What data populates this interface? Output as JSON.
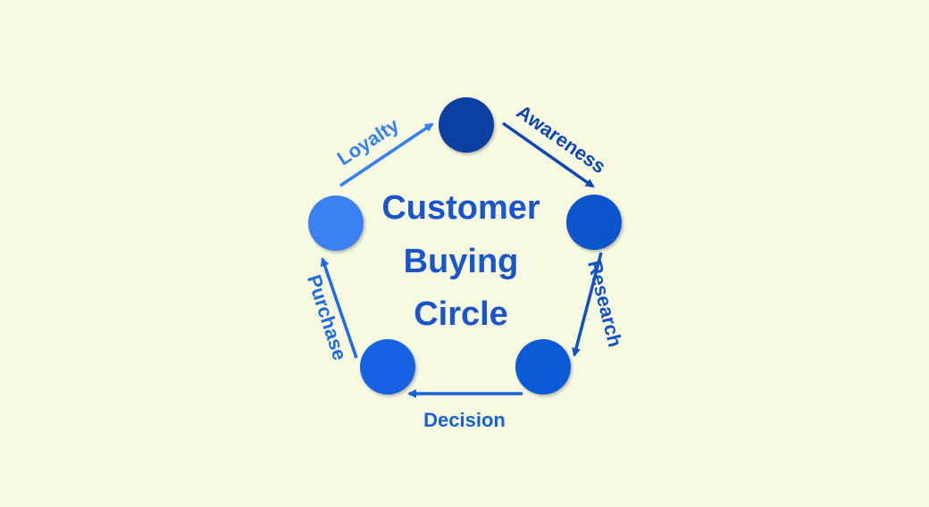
{
  "diagram": {
    "title_lines": [
      "Customer",
      "Buying",
      "Circle"
    ],
    "title_color": "#1a56c9",
    "nodes": [
      {
        "name": "node-top",
        "color": "#0b3fa3"
      },
      {
        "name": "node-right",
        "color": "#0e55cc"
      },
      {
        "name": "node-bottom-right",
        "color": "#0e5ad8"
      },
      {
        "name": "node-bottom-left",
        "color": "#1262e2"
      },
      {
        "name": "node-left",
        "color": "#3b80ef"
      }
    ],
    "stages": [
      {
        "label": "Awareness",
        "color": "#0c47b4"
      },
      {
        "label": "Research",
        "color": "#1052c4"
      },
      {
        "label": "Decision",
        "color": "#1661d6"
      },
      {
        "label": "Purchase",
        "color": "#1c6be0"
      },
      {
        "label": "Loyalty",
        "color": "#3380ee"
      }
    ]
  }
}
